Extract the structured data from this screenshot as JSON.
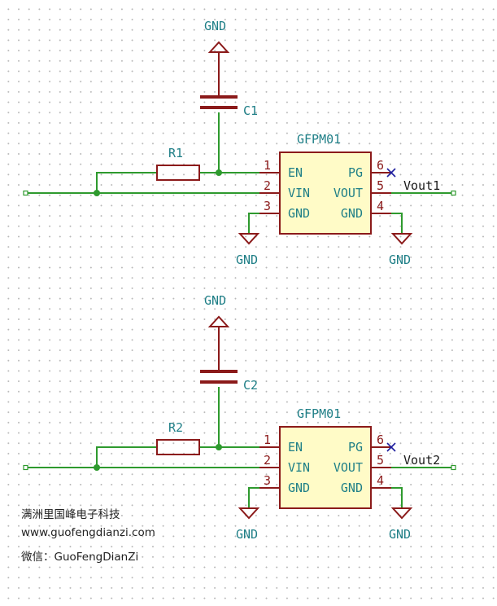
{
  "blocks": [
    {
      "ic_name": "GFPM01",
      "resistor": "R1",
      "capacitor": "C1",
      "cap_power": "GND",
      "gnd_left": "GND",
      "gnd_right": "GND",
      "output_net": "Vout1",
      "pins": [
        {
          "num": "1",
          "name": "EN"
        },
        {
          "num": "2",
          "name": "VIN"
        },
        {
          "num": "3",
          "name": "GND"
        },
        {
          "num": "4",
          "name": "GND"
        },
        {
          "num": "5",
          "name": "VOUT"
        },
        {
          "num": "6",
          "name": "PG"
        }
      ]
    },
    {
      "ic_name": "GFPM01",
      "resistor": "R2",
      "capacitor": "C2",
      "cap_power": "GND",
      "gnd_left": "GND",
      "gnd_right": "GND",
      "output_net": "Vout2",
      "pins": [
        {
          "num": "1",
          "name": "EN"
        },
        {
          "num": "2",
          "name": "VIN"
        },
        {
          "num": "3",
          "name": "GND"
        },
        {
          "num": "4",
          "name": "GND"
        },
        {
          "num": "5",
          "name": "VOUT"
        },
        {
          "num": "6",
          "name": "PG"
        }
      ]
    }
  ],
  "watermark": {
    "company": "满洲里国峰电子科技",
    "website": "www.guofengdianzi.com",
    "wechat": "微信：GuoFengDianZi"
  },
  "colors": {
    "wire": "#2e9a2e",
    "component": "#8b1a1a",
    "ic_fill": "#fffbc7",
    "label": "#1f7f87",
    "no_connect": "#1d1d9e"
  }
}
